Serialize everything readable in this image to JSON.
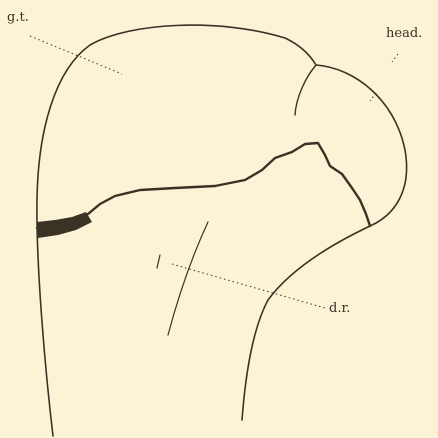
{
  "labels": {
    "greater_tuberosity": "g.t.",
    "head": "head.",
    "dr": "d.r."
  },
  "colors": {
    "paper": "#fbf3d5",
    "ink": "#3b3226"
  }
}
